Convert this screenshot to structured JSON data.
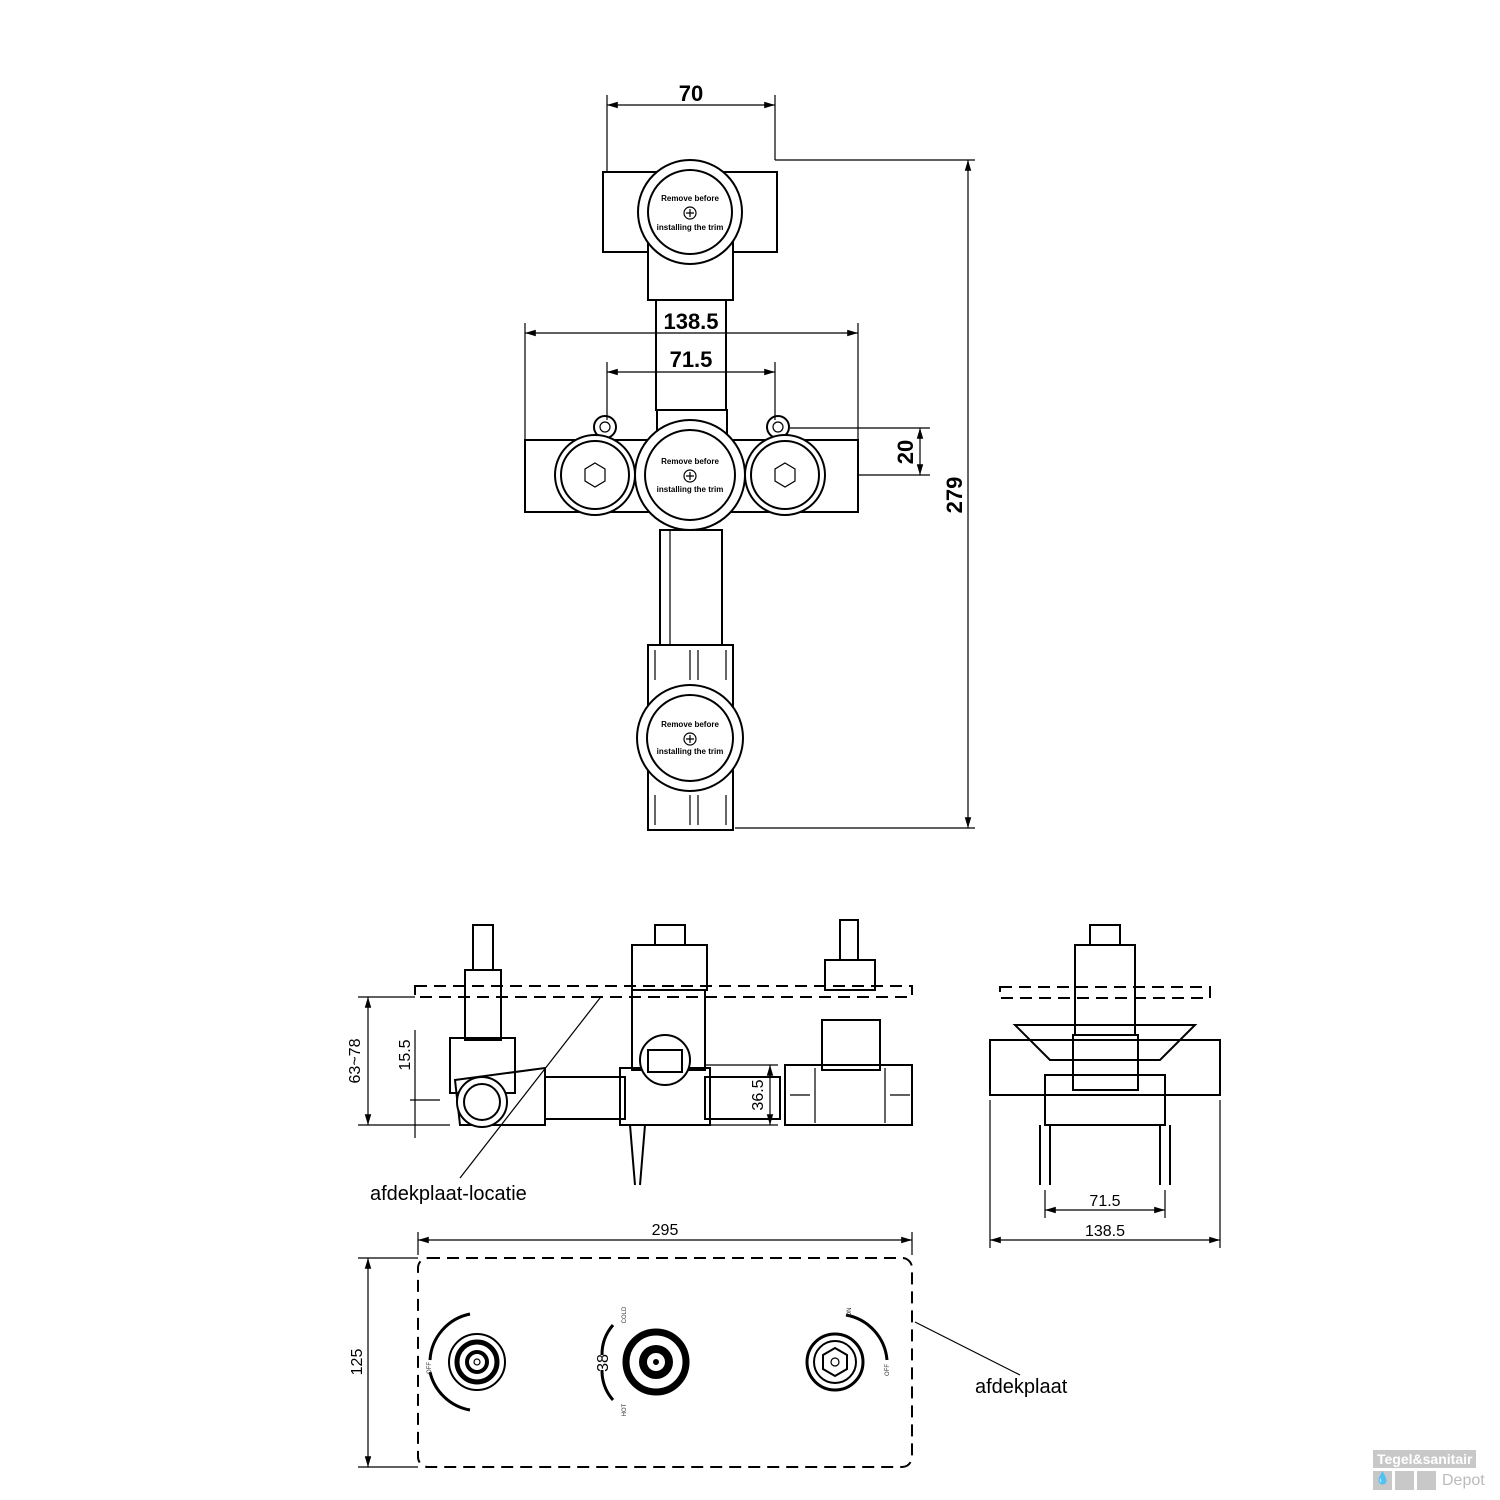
{
  "top_view": {
    "dim_width_top": "70",
    "dim_width_total": "138.5",
    "dim_width_inner": "71.5",
    "dim_offset": "20",
    "dim_height": "279",
    "cap_text_line1": "Remove before",
    "cap_text_line2": "installing the trim"
  },
  "side_view": {
    "dim_depth": "63~78",
    "dim_stem": "15.5",
    "dim_pipe": "36.5",
    "label_cover_location": "afdekplaat-locatie"
  },
  "end_view": {
    "dim_inner": "71.5",
    "dim_total": "138.5"
  },
  "front_plate": {
    "dim_width": "295",
    "dim_height": "125",
    "label_cover": "afdekplaat",
    "left_knob_label": "OFF",
    "center_knob_cold": "COLD",
    "center_knob_hot": "HOT",
    "center_knob_temp": "38",
    "right_knob_on": "ON",
    "right_knob_off": "OFF"
  },
  "watermark": {
    "brand": "Tegel&sanitair",
    "sub": "Depot"
  }
}
